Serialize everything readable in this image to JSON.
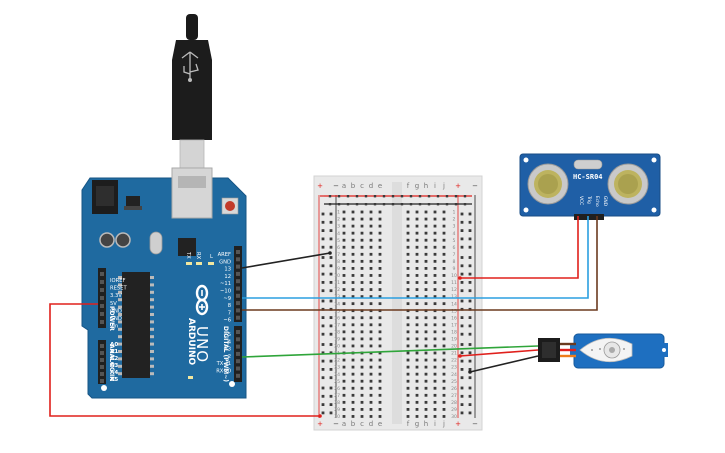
{
  "arduino": {
    "brand": "ARDUINO",
    "model": "UNO",
    "power_header_title": "POWER",
    "analog_header_title": "ANALOG IN",
    "digital_header_title": "DIGITAL (PWM~)",
    "power_pins": [
      "IOREF",
      "RESET",
      "3.3V",
      "5V",
      "GND",
      "GND",
      "Vin"
    ],
    "analog_pins": [
      "A0",
      "A1",
      "A2",
      "A3",
      "A4",
      "A5"
    ],
    "digital_pins": [
      "AREF",
      "GND",
      "13",
      "12",
      "~11",
      "~10",
      "~9",
      "8",
      "7",
      "~6",
      "~5",
      "4",
      "~3",
      "2",
      "TX→1",
      "RX←0"
    ],
    "led_labels": [
      "TX",
      "RX"
    ],
    "led_l_label": "L"
  },
  "breadboard": {
    "col_letters_left": [
      "a",
      "b",
      "c",
      "d",
      "e"
    ],
    "col_letters_right": [
      "f",
      "g",
      "h",
      "i",
      "j"
    ],
    "rail_plus": "+",
    "rail_minus": "−",
    "row_count": 30
  },
  "sensor": {
    "label": "HC-SR04",
    "pins": [
      "VCC",
      "Trig",
      "Echo",
      "GND"
    ]
  },
  "colors": {
    "board": "#1f6aa0",
    "board_dark": "#175585",
    "breadboard": "#e9e9e9",
    "wire_red": "#e0201c",
    "wire_black": "#222222",
    "wire_blue": "#2b9fe0",
    "wire_brown": "#6b3a1f",
    "wire_green": "#2fa53a",
    "wire_orange": "#ef7d1a",
    "servo": "#1e6fc0"
  }
}
